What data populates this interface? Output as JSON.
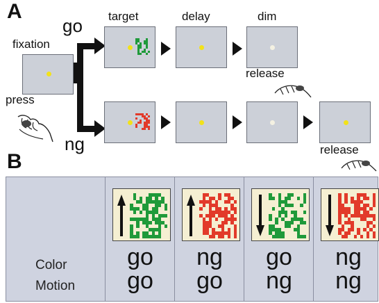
{
  "panel_a": {
    "letter": "A",
    "labels": {
      "fixation": "fixation",
      "press": "press",
      "go": "go",
      "ng": "ng",
      "target": "target",
      "delay": "delay",
      "dim": "dim",
      "release_go": "release",
      "release_ng": "release"
    }
  },
  "panel_b": {
    "letter": "B",
    "row_labels": {
      "color": "Color",
      "motion": "Motion"
    },
    "conditions": [
      {
        "stim_color": "green",
        "motion_dir": "up",
        "color_resp": "go",
        "motion_resp": "go"
      },
      {
        "stim_color": "red",
        "motion_dir": "up",
        "color_resp": "ng",
        "motion_resp": "go"
      },
      {
        "stim_color": "green",
        "motion_dir": "down",
        "color_resp": "go",
        "motion_resp": "ng"
      },
      {
        "stim_color": "red",
        "motion_dir": "down",
        "color_resp": "ng",
        "motion_resp": "ng"
      }
    ]
  },
  "colors": {
    "screen": "#ccd0d8",
    "fix_dot": "#f2e21a",
    "dim_dot": "#f4f1e2",
    "green": "#1f9a3a",
    "red": "#e23a2a",
    "arrow": "#111111",
    "stim_bg": "#f5efd2"
  },
  "icons": [
    "hand-press-icon",
    "hand-release-icon",
    "flow-arrow-icon",
    "motion-arrow-icon"
  ]
}
